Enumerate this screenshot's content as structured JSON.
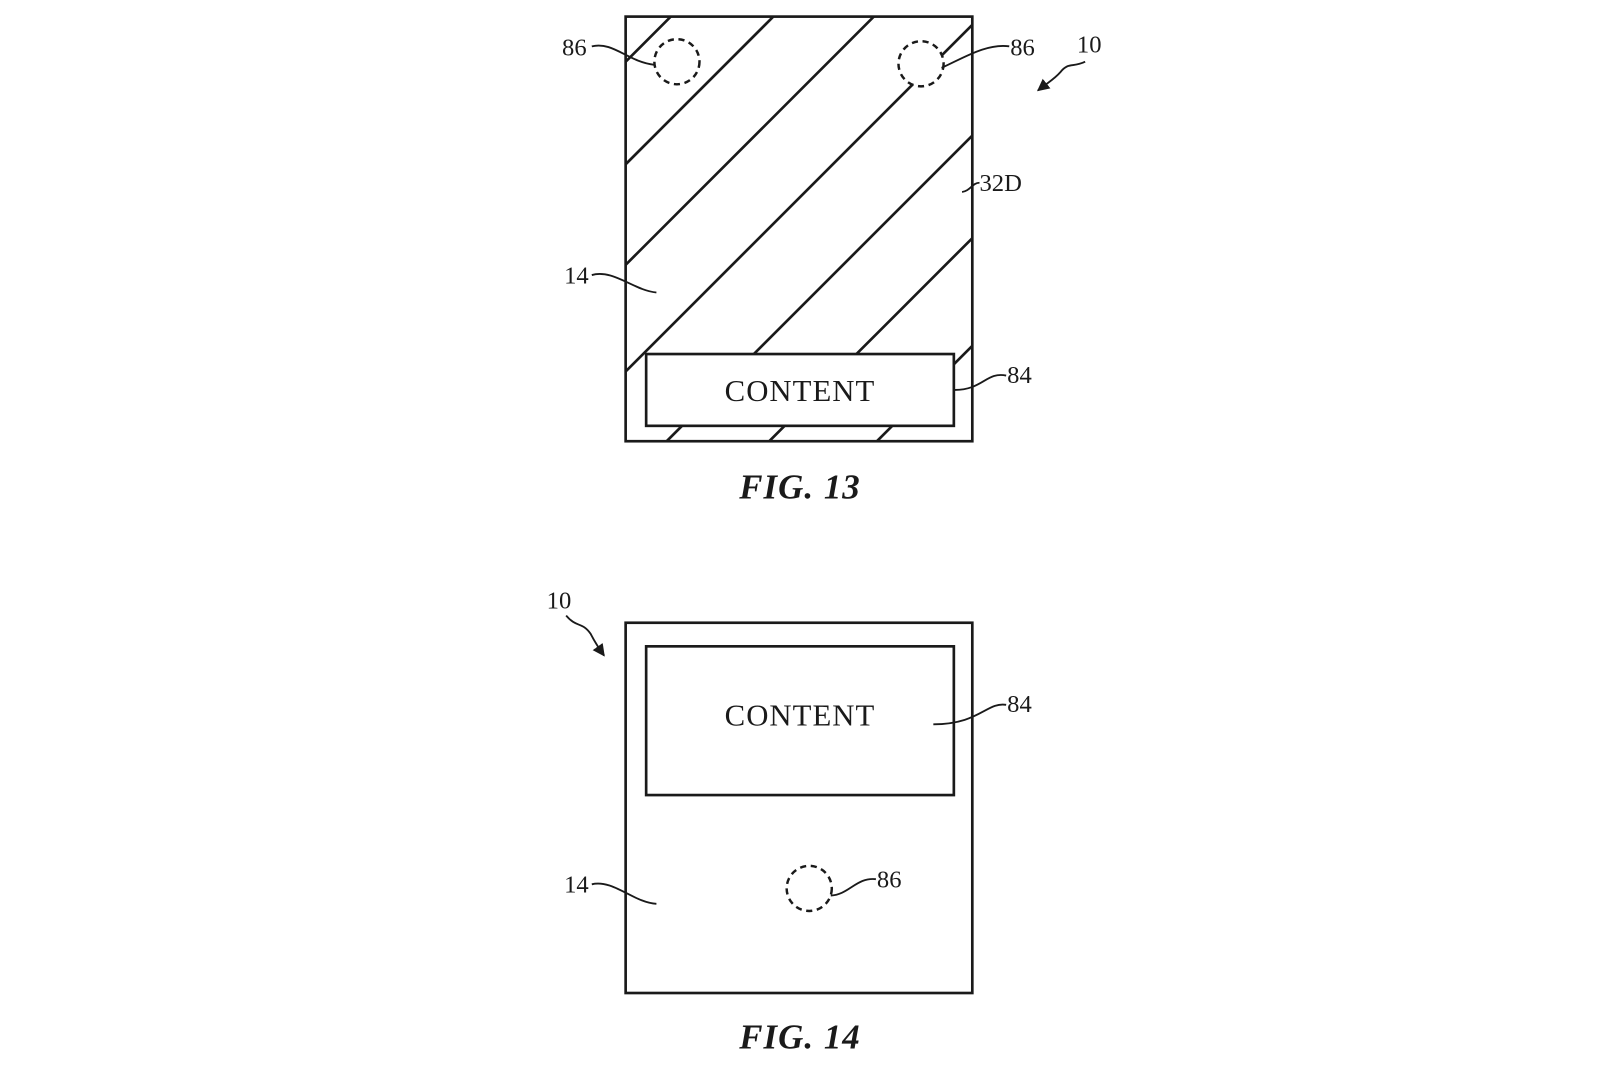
{
  "colors": {
    "line": "#1a1a1a",
    "background": "#ffffff"
  },
  "figures": [
    {
      "caption": "FIG. 13",
      "content_label": "CONTENT",
      "refs": {
        "top_left": "86",
        "top_right": "86",
        "device": "10",
        "region": "32D",
        "surface": "14",
        "content": "84"
      }
    },
    {
      "caption": "FIG. 14",
      "content_label": "CONTENT",
      "refs": {
        "device": "10",
        "content": "84",
        "surface": "14",
        "circle": "86"
      }
    }
  ]
}
